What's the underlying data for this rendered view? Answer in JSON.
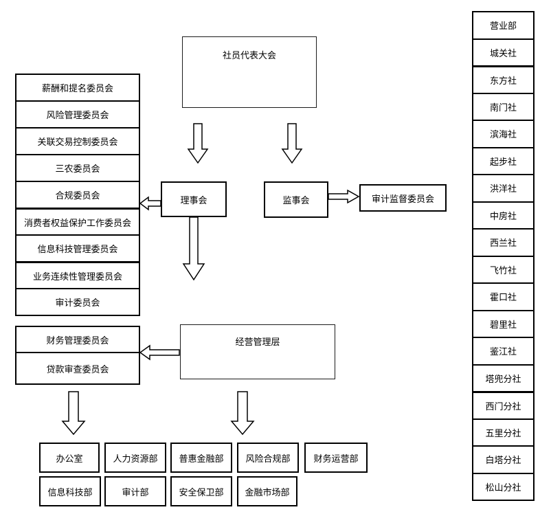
{
  "chart": {
    "type": "org-chart",
    "assembly": "社员代表大会",
    "board": "理事会",
    "supervisors": "监事会",
    "audit_supervision": "审计监督委员会",
    "management": "经营管理层",
    "board_committees": [
      "薪酬和提名委员会",
      "风险管理委员会",
      "关联交易控制委员会",
      "三农委员会",
      "合规委员会",
      "消费者权益保护工作委员会",
      "信息科技管理委员会",
      "业务连续性管理委员会",
      "审计委员会"
    ],
    "management_committees": [
      "财务管理委员会",
      "贷款审查委员会"
    ],
    "departments_row1": [
      "办公室",
      "人力资源部",
      "普惠金融部",
      "风险合规部",
      "财务运营部"
    ],
    "departments_row2": [
      "信息科技部",
      "审计部",
      "安全保卫部",
      "金融市场部"
    ],
    "branches": [
      "营业部",
      "城关社",
      "东方社",
      "南门社",
      "滨海社",
      "起步社",
      "洪洋社",
      "中房社",
      "西兰社",
      "飞竹社",
      "霍口社",
      "碧里社",
      "鉴江社",
      "塔兜分社",
      "西门分社",
      "五里分社",
      "白塔分社",
      "松山分社"
    ],
    "colors": {
      "background": "#ffffff",
      "border": "#000000",
      "text": "#000000"
    }
  }
}
